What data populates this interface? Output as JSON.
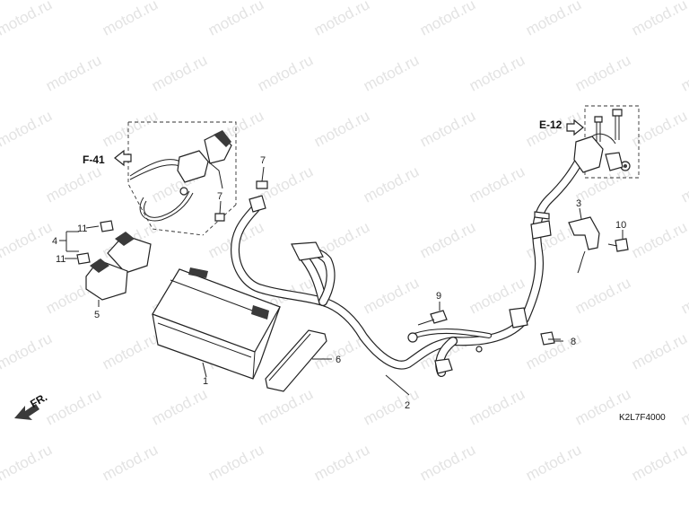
{
  "watermark": "motod.ru",
  "diagram_code": "K2L7F4000",
  "references": {
    "f41": "F-41",
    "e12": "E-12"
  },
  "front_marker": "FR.",
  "parts": {
    "battery": "1",
    "main_cable": "2",
    "clamp": "3",
    "relay_group": "4",
    "relay_lower": "5",
    "battery_pad": "6",
    "bolt_7a": "7",
    "bolt_7b": "7",
    "bolt_8": "8",
    "bolt_9": "9",
    "bolt_10": "10",
    "grommet_11a": "11",
    "grommet_11b": "11"
  }
}
